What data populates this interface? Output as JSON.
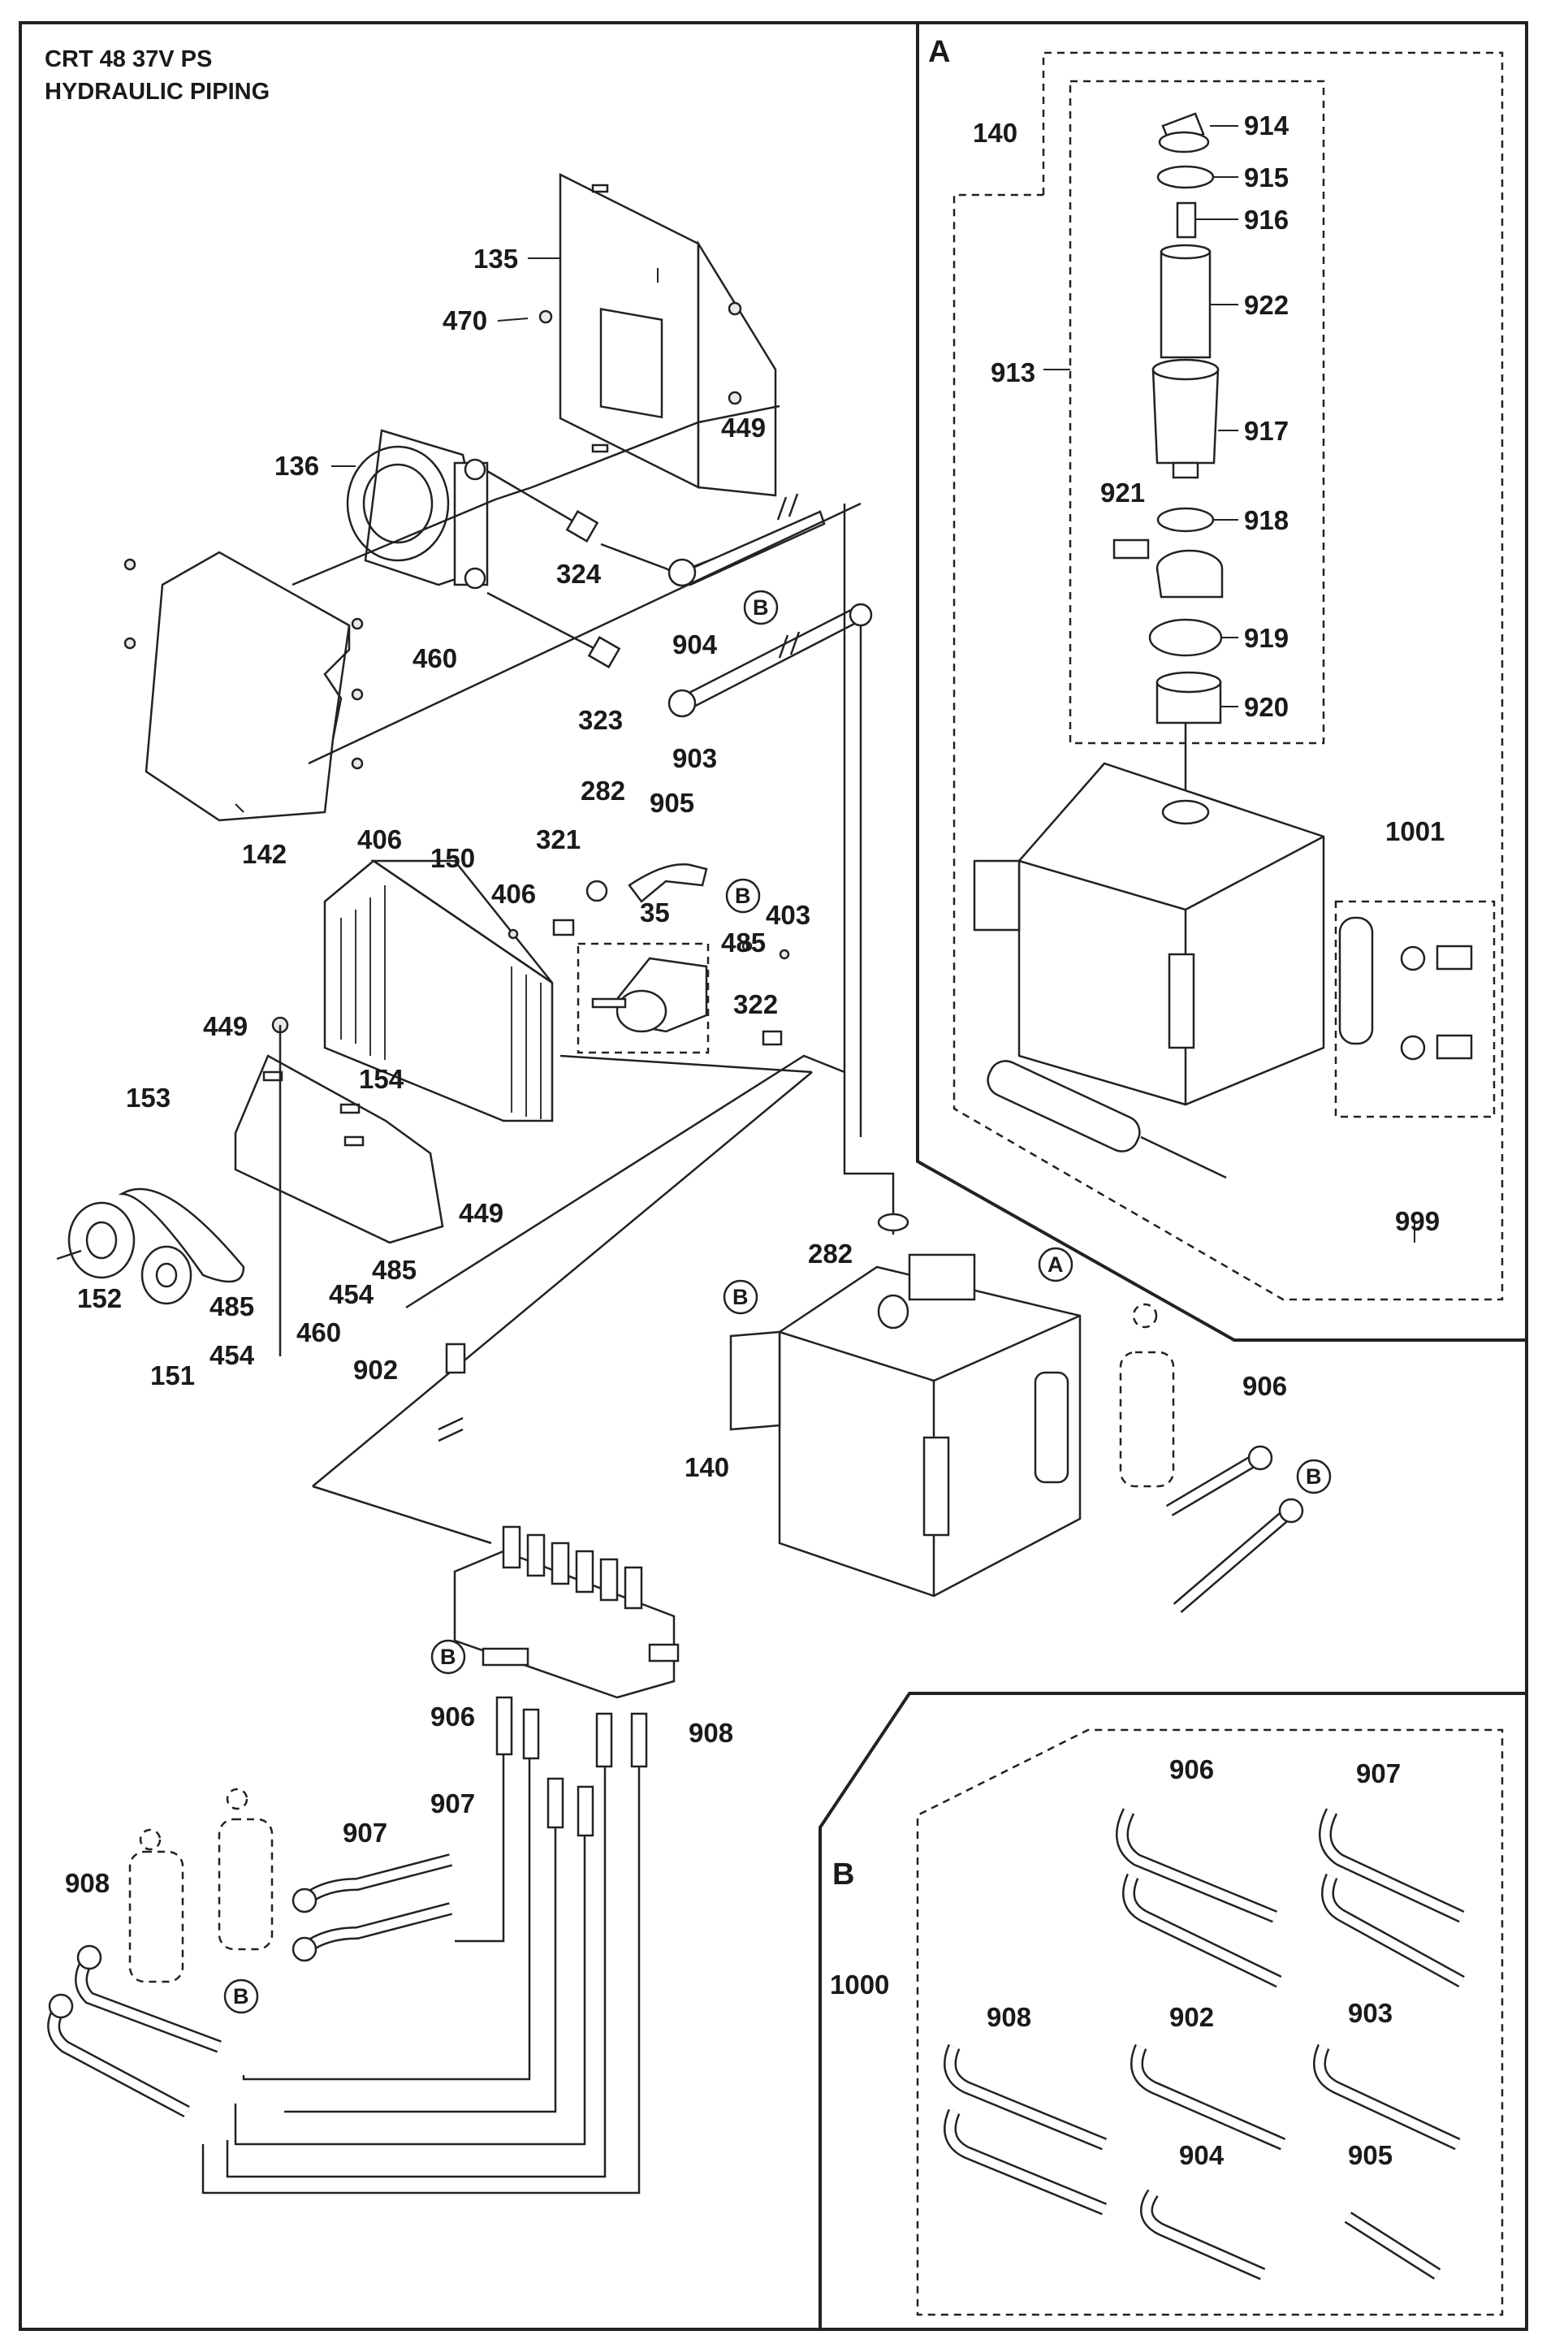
{
  "title": {
    "line1": "CRT 48 37V PS",
    "line2": "HYDRAULIC PIPING"
  },
  "section_labels": {
    "A": "A",
    "B": "B"
  },
  "refs": {
    "A": "A",
    "B": "B"
  },
  "parts": {
    "p135": "135",
    "p470": "470",
    "p449a": "449",
    "p136": "136",
    "p324": "324",
    "p904": "904",
    "p460a": "460",
    "p323": "323",
    "p903": "903",
    "p406a": "406",
    "p142": "142",
    "p282a": "282",
    "p905": "905",
    "p321": "321",
    "p150": "150",
    "p406b": "406",
    "p35": "35",
    "p403": "403",
    "p485a": "485",
    "p322": "322",
    "p449b": "449",
    "p154": "154",
    "p153": "153",
    "p449c": "449",
    "p152": "152",
    "p485b": "485",
    "p454a": "454",
    "p485c": "485",
    "p460b": "460",
    "p151": "151",
    "p454b": "454",
    "p902": "902",
    "p282b": "282",
    "p140": "140",
    "p906a": "906",
    "p906b": "906",
    "p908a": "908",
    "p907a": "907",
    "p907b": "907",
    "p908b": "908",
    "a140": "140",
    "a913": "913",
    "a914": "914",
    "a915": "915",
    "a916": "916",
    "a922": "922",
    "a917": "917",
    "a921": "921",
    "a918": "918",
    "a919": "919",
    "a920": "920",
    "a1001": "1001",
    "a999": "999",
    "b1000": "1000",
    "b906": "906",
    "b907": "907",
    "b908": "908",
    "b902": "902",
    "b903": "903",
    "b904": "904",
    "b905": "905"
  }
}
